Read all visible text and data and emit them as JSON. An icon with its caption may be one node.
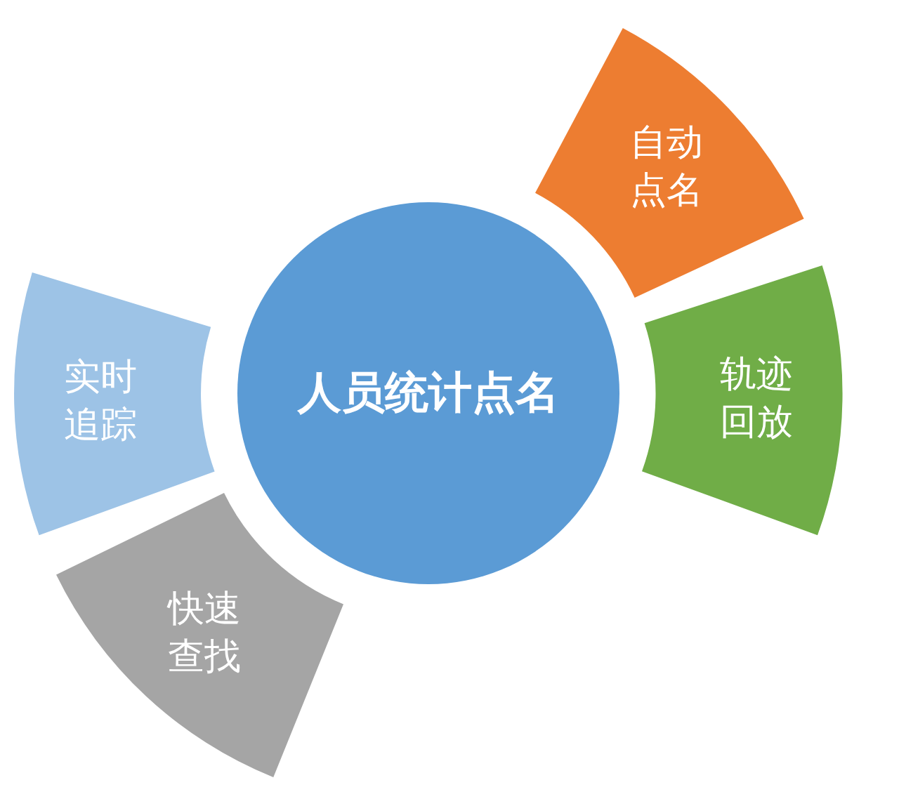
{
  "diagram": {
    "nodes": [
      {
        "text": [
          "人员统计点名"
        ]
      },
      {
        "text": [
          "自动点名"
        ]
      },
      {
        "text": [
          "轨迹回放"
        ]
      },
      {
        "text": [
          "实时追踪"
        ]
      },
      {
        "text": [
          "快速查找"
        ]
      }
    ]
  }
}
